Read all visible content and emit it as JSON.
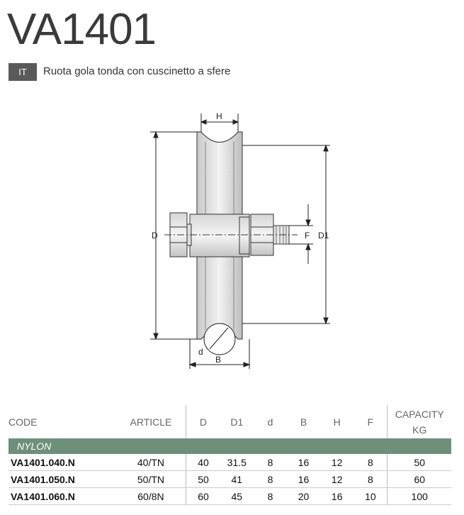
{
  "header": {
    "title": "VA1401",
    "lang": "IT",
    "subtitle": "Ruota gola tonda con cuscinetto a sfere"
  },
  "drawing": {
    "labels": {
      "h": "H",
      "d_outer": "D",
      "d1": "D1",
      "f": "F",
      "d_groove": "d",
      "b": "B"
    }
  },
  "table": {
    "headers": {
      "code": "CODE",
      "article": "ARTICLE",
      "d": "D",
      "d1": "D1",
      "d_small": "d",
      "b": "B",
      "h": "H",
      "f": "F",
      "capacity": "CAPACITY",
      "capacity_unit": "KG"
    },
    "group": "NYLON",
    "rows": [
      {
        "code": "VA1401.040.N",
        "article": "40/TN",
        "d": "40",
        "d1": "31.5",
        "d_small": "8",
        "b": "16",
        "h": "12",
        "f": "8",
        "capacity": "50"
      },
      {
        "code": "VA1401.050.N",
        "article": "50/TN",
        "d": "50",
        "d1": "41",
        "d_small": "8",
        "b": "16",
        "h": "12",
        "f": "8",
        "capacity": "60"
      },
      {
        "code": "VA1401.060.N",
        "article": "60/8N",
        "d": "60",
        "d1": "45",
        "d_small": "8",
        "b": "20",
        "h": "16",
        "f": "10",
        "capacity": "100"
      }
    ]
  },
  "colors": {
    "group_band": "#6e8f79",
    "badge": "#5a5a5a"
  }
}
